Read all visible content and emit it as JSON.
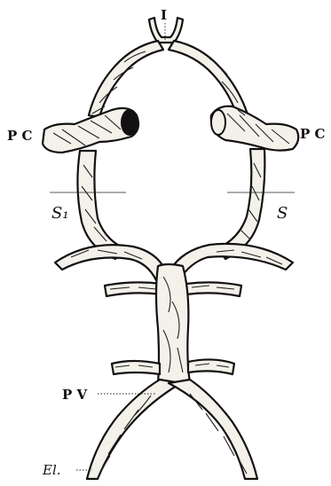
{
  "labels": {
    "top": "I",
    "left_pc": "P C",
    "right_pc": "P C",
    "left_s1": "S₁",
    "right_s": "S",
    "pv": "P V",
    "el": "El."
  }
}
